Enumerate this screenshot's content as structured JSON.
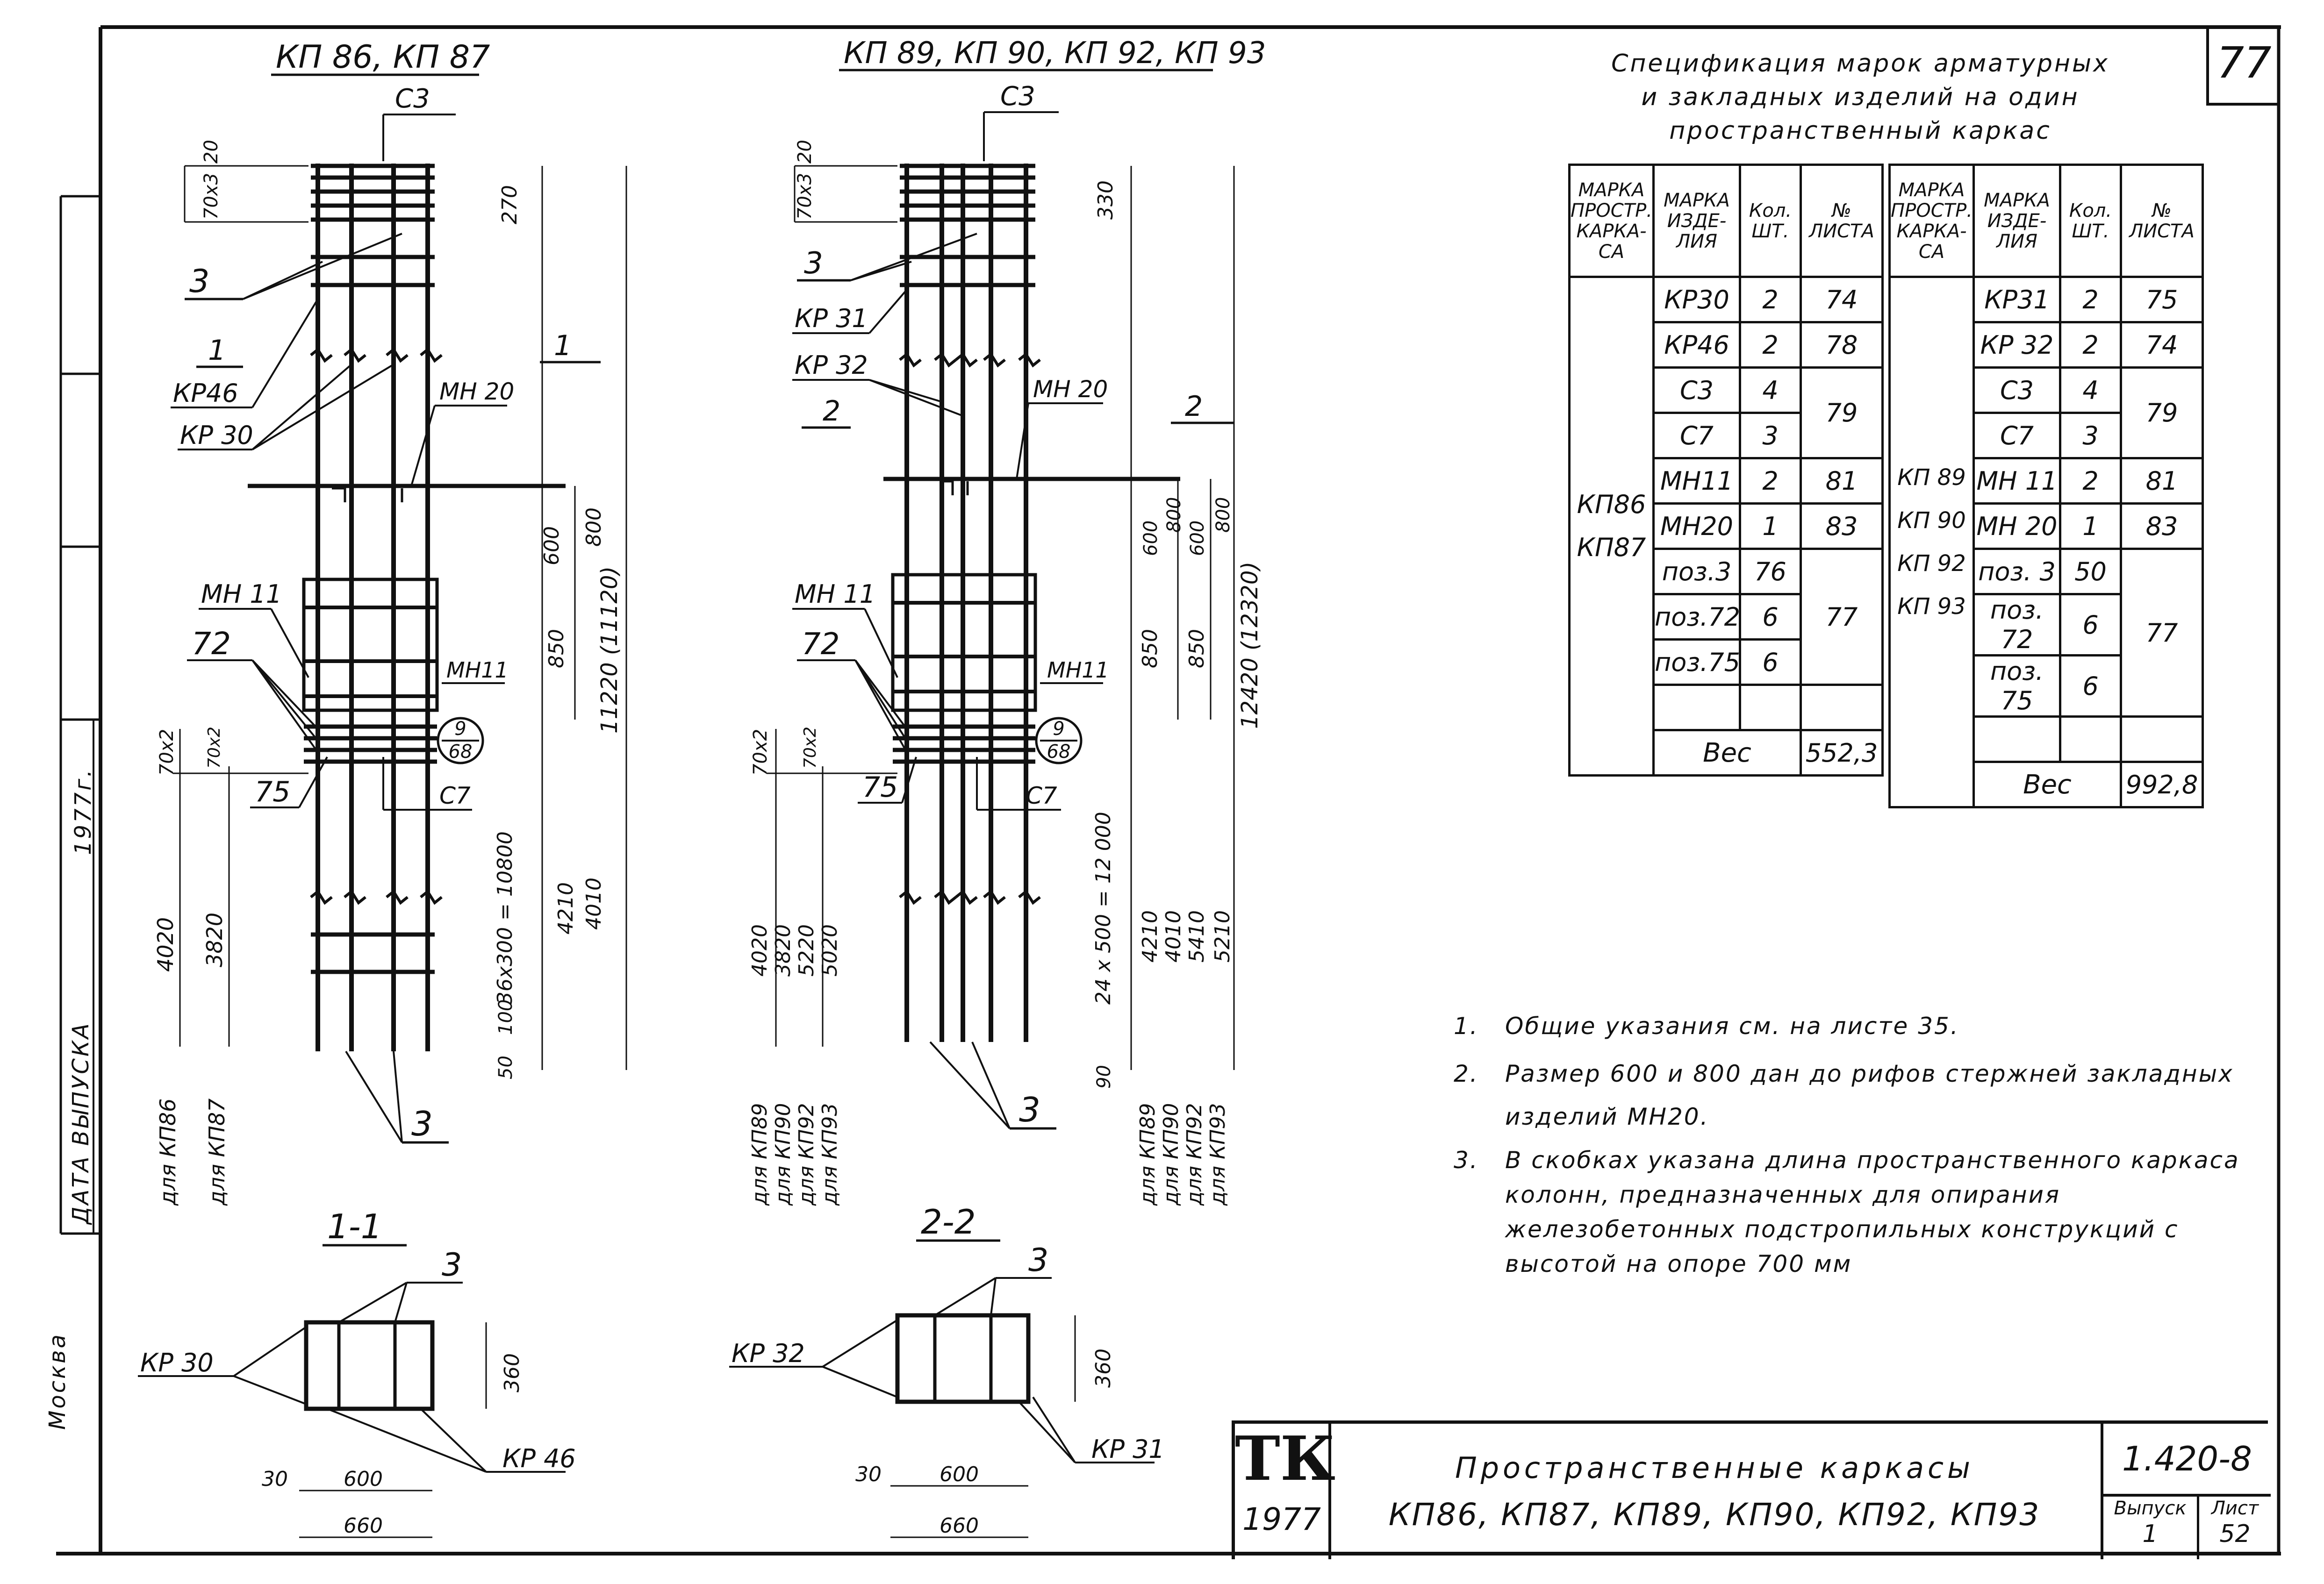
{
  "sheet_number": "77",
  "margin": {
    "date_label": "ДАТА ВЫПУСКА",
    "year": "1977г.",
    "city": "Москва"
  },
  "drawing_left": {
    "title": "КП 86, КП 87",
    "section_title": "1-1",
    "cut_mark": "1",
    "labels": {
      "c3": "С3",
      "pos3": "3",
      "kr46": "КР46",
      "kr30": "КР 30",
      "mn20": "МН 20",
      "mn11": "МН 11",
      "mn11b": "МН11",
      "p72": "72",
      "p75": "75",
      "c7": "С7",
      "circle_top": "9",
      "circle_bottom": "68"
    },
    "dims": {
      "d20": "20",
      "d70x3": "70х3",
      "d270": "270",
      "d600": "600",
      "d800": "800",
      "d850": "850",
      "d11220": "11220 (11120)",
      "d70x2a": "70х2",
      "d70x2b": "70х2",
      "d4020": "4020",
      "d3820": "3820",
      "d10800": "36х300 = 10800",
      "d4210": "4210",
      "d4010": "4010",
      "d100": "100",
      "d50": "50",
      "for86": "для КП86",
      "for87": "для КП87"
    },
    "section": {
      "kr30": "КР 30",
      "kr46": "КР 46",
      "pos3": "3",
      "d360": "360",
      "d30": "30",
      "d600": "600",
      "d660": "660"
    }
  },
  "drawing_right": {
    "title": "КП 89, КП 90, КП 92, КП 93",
    "section_title": "2-2",
    "cut_mark": "2",
    "labels": {
      "c3": "С3",
      "pos3": "3",
      "kr31": "КР 31",
      "kr32": "КР 32",
      "mn20": "МН 20",
      "mn11": "МН 11",
      "mn11b": "МН11",
      "p72": "72",
      "p75": "75",
      "c7": "С7",
      "circle_top": "9",
      "circle_bottom": "68"
    },
    "dims": {
      "d20": "20",
      "d70x3": "70х3",
      "d330": "330",
      "d600": "600",
      "d800a": "800",
      "d600b": "600",
      "d800b": "800",
      "d850a": "850",
      "d850b": "850",
      "d12420": "12420 (12320)",
      "d70x2a": "70х2",
      "d70x2b": "70х2",
      "d4020": "4020",
      "d3820": "3820",
      "d5220": "5220",
      "d5020": "5020",
      "d12000": "24 х 500 = 12 000",
      "d4210": "4210",
      "d4010": "4010",
      "d5410": "5410",
      "d5210": "5210",
      "d90": "90",
      "for": [
        "для КП89",
        "для КП90",
        "для КП92",
        "для КП93"
      ]
    },
    "section": {
      "kr32": "КР 32",
      "kr31": "КР 31",
      "pos3": "3",
      "d360": "360",
      "d30": "30",
      "d600": "600",
      "d660": "660"
    }
  },
  "spec": {
    "title_lines": [
      "Спецификация марок арматурных",
      "и закладных изделий на один",
      "пространственный каркас"
    ],
    "headers": [
      "МАРКА ПРОСТР. КАРКА-СА",
      "МАРКА ИЗДЕ-ЛИЯ",
      "Кол. ШТ.",
      "№ ЛИСТА"
    ],
    "left": {
      "frames": [
        "КП86",
        "КП87"
      ],
      "rows": [
        {
          "item": "КР30",
          "qty": "2",
          "sheet": "74"
        },
        {
          "item": "КР46",
          "qty": "2",
          "sheet": "78"
        },
        {
          "item": "С3",
          "qty": "4",
          "sheet": "79"
        },
        {
          "item": "С7",
          "qty": "3"
        },
        {
          "item": "МН11",
          "qty": "2",
          "sheet": "81"
        },
        {
          "item": "МН20",
          "qty": "1",
          "sheet": "83"
        },
        {
          "item": "поз.3",
          "qty": "76",
          "sheet": "77"
        },
        {
          "item": "поз.72",
          "qty": "6"
        },
        {
          "item": "поз.75",
          "qty": "6"
        }
      ],
      "weight_label": "Вес",
      "weight": "552,3"
    },
    "right": {
      "frames": [
        "КП 89",
        "КП 90",
        "КП 92",
        "КП 93"
      ],
      "rows": [
        {
          "item": "КР31",
          "qty": "2",
          "sheet": "75"
        },
        {
          "item": "КР 32",
          "qty": "2",
          "sheet": "74"
        },
        {
          "item": "С3",
          "qty": "4",
          "sheet": "79"
        },
        {
          "item": "С7",
          "qty": "3"
        },
        {
          "item": "МН 11",
          "qty": "2",
          "sheet": "81"
        },
        {
          "item": "МН 20",
          "qty": "1",
          "sheet": "83"
        },
        {
          "item": "поз. 3",
          "qty": "50",
          "sheet": "77"
        },
        {
          "item": "поз. 72",
          "qty": "6"
        },
        {
          "item": "поз. 75",
          "qty": "6"
        }
      ],
      "weight_label": "Вес",
      "weight": "992,8"
    }
  },
  "notes": [
    {
      "num": "1.",
      "text": "Общие указания см. на листе 35."
    },
    {
      "num": "2.",
      "text": "Размер 600 и 800 дан до рифов стержней закладных изделий МН20."
    },
    {
      "num": "3.",
      "text": "В скобках указана длина пространственного каркаса колонн, предназначенных для опирания железобетонных подстропильных конструкций с высотой на опоре 700 мм"
    }
  ],
  "title_block": {
    "logo": "ТК",
    "year": "1977",
    "title_line1": "Пространственные каркасы",
    "title_line2": "КП86, КП87, КП89, КП90, КП92, КП93",
    "code": "1.420-8",
    "issue_label": "Выпуск",
    "issue": "1",
    "sheet_label": "Лист",
    "sheet": "52"
  }
}
